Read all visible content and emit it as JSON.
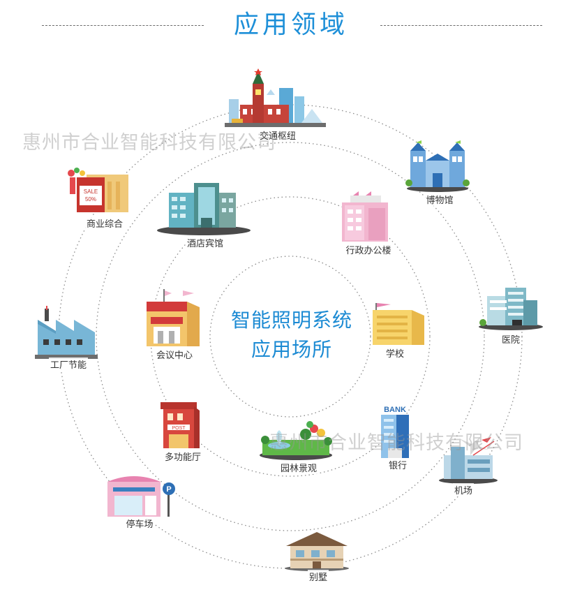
{
  "title": "应用领域",
  "center": {
    "line1": "智能照明系统",
    "line2": "应用场所"
  },
  "places": [
    {
      "id": "transport",
      "label": "交通枢纽",
      "icon": "kremlin-tower-icon"
    },
    {
      "id": "museum",
      "label": "博物馆",
      "icon": "museum-building-icon"
    },
    {
      "id": "commercial",
      "label": "商业综合",
      "icon": "sale-shop-icon"
    },
    {
      "id": "hotel",
      "label": "酒店宾馆",
      "icon": "hotel-building-icon"
    },
    {
      "id": "office",
      "label": "行政办公楼",
      "icon": "office-building-icon"
    },
    {
      "id": "hospital",
      "label": "医院",
      "icon": "hospital-building-icon"
    },
    {
      "id": "factory",
      "label": "工厂节能",
      "icon": "factory-icon"
    },
    {
      "id": "conference",
      "label": "会议中心",
      "icon": "conference-hall-icon"
    },
    {
      "id": "school",
      "label": "学校",
      "icon": "school-building-icon"
    },
    {
      "id": "hall",
      "label": "多功能厅",
      "icon": "post-office-icon"
    },
    {
      "id": "garden",
      "label": "园林景观",
      "icon": "garden-fountain-icon"
    },
    {
      "id": "bank",
      "label": "银行",
      "icon": "bank-building-icon"
    },
    {
      "id": "airport",
      "label": "机场",
      "icon": "airport-terminal-icon"
    },
    {
      "id": "parking",
      "label": "停车场",
      "icon": "parking-garage-icon"
    },
    {
      "id": "villa",
      "label": "别墅",
      "icon": "villa-house-icon"
    }
  ],
  "watermarks": [
    "惠州市合业智能科技有限公司",
    "惠州市合业智能科技有限公司"
  ],
  "colors": {
    "accent": "#1d8fd8",
    "ring": "#8a8a8a"
  }
}
